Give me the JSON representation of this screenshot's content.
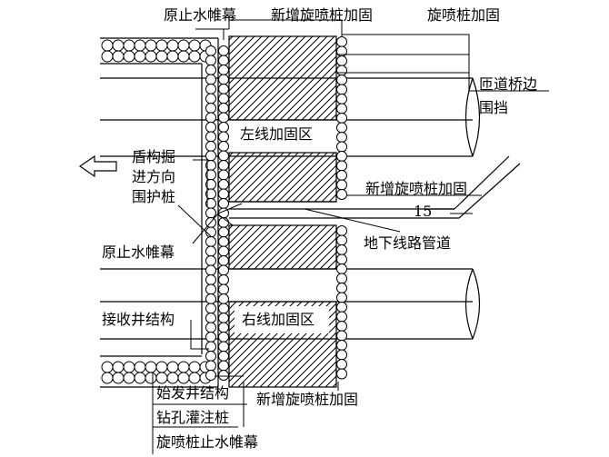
{
  "labels": {
    "orig_curtain_top": "原止水帷幕",
    "new_jet_top": "新增旋喷桩加固",
    "jet_reinforce_top": "旋喷桩加固",
    "bridge_wall": "匝道桥边",
    "bridge_wall_2": "围挡",
    "shield_dir": "盾构掘",
    "shield_dir_2": "进方向",
    "shield_dir_3": "围护桩",
    "left_zone": "左线加固区",
    "new_jet_mid": "新增旋喷桩加固",
    "dim_value": "15",
    "pipe": "地下线路管道",
    "orig_curtain_left": "原止水帷幕",
    "receiving_well": "接收井结构",
    "right_zone": "右线加固区",
    "launch_well": "始发井结构",
    "bored_pile": "钻孔灌注桩",
    "new_jet_bottom": "新增旋喷桩加固",
    "jet_curtain": "旋喷桩止水帷幕"
  },
  "icons": {
    "direction_arrow": "left-arrow-icon"
  }
}
